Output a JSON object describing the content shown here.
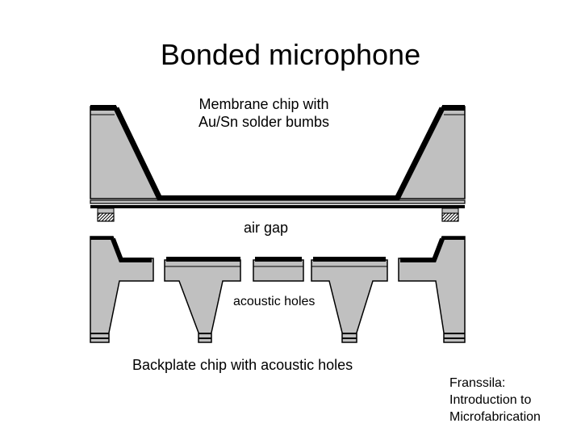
{
  "title": "Bonded microphone",
  "labels": {
    "membrane_line1": "Membrane chip with",
    "membrane_line2": "Au/Sn solder bumbs",
    "air_gap": "air gap",
    "acoustic_holes": "acoustic holes",
    "backplate": "Backplate chip with acoustic holes"
  },
  "citation": {
    "line1": "Franssila:",
    "line2": "Introduction to",
    "line3": "Microfabrication"
  },
  "colors": {
    "silicon": "#c0c0c0",
    "film": "#000000",
    "background": "#ffffff"
  }
}
